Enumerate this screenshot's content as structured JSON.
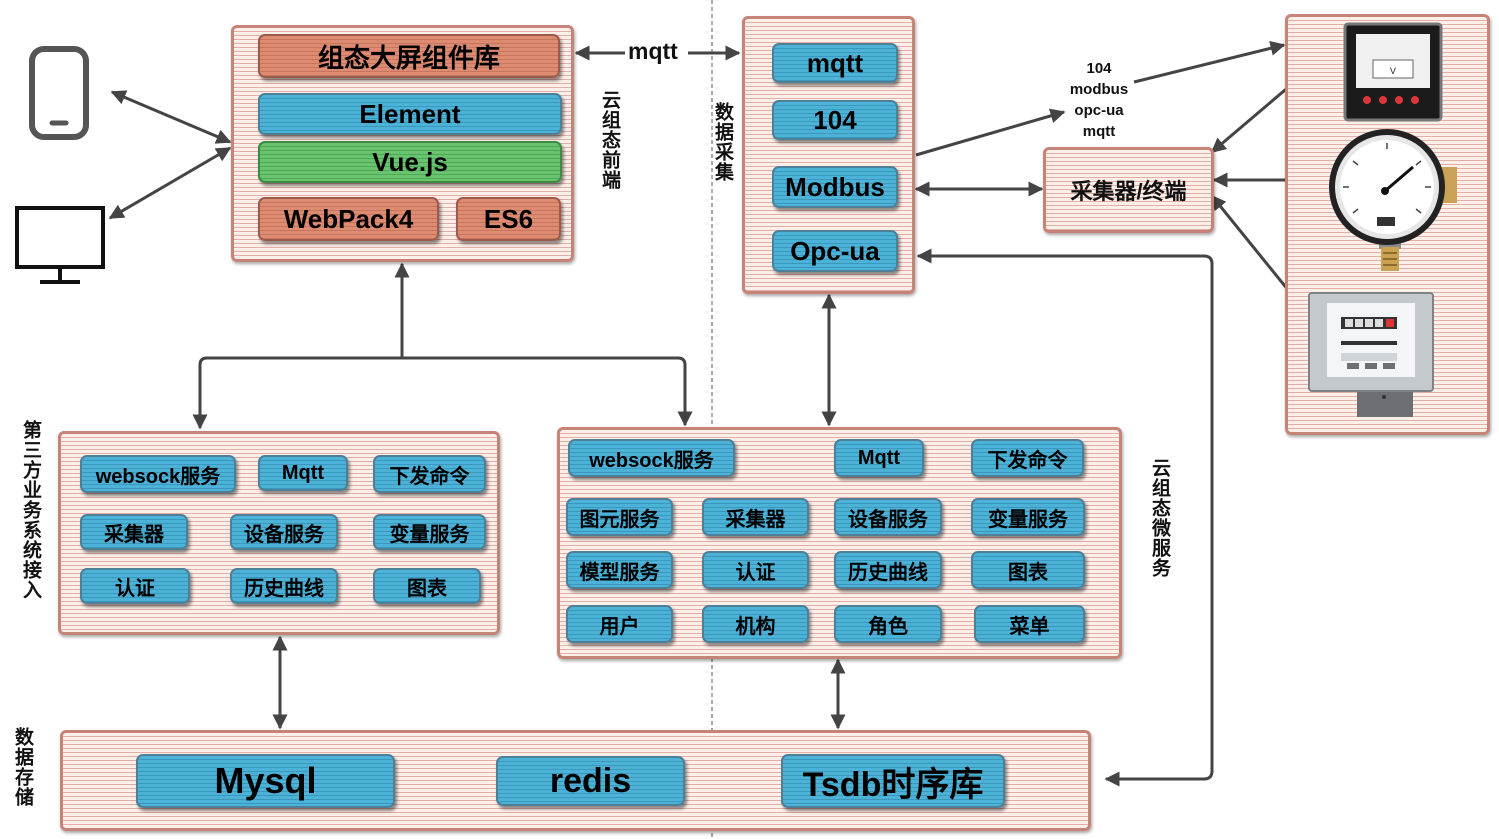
{
  "frontend": {
    "widget_lib": "组态大屏组件库",
    "element": "Element",
    "vue": "Vue.js",
    "webpack": "WebPack4",
    "es6": "ES6",
    "side_label": "云组态前端"
  },
  "collection": {
    "side_label": "数据采集",
    "mqtt": "mqtt",
    "iec104": "104",
    "modbus": "Modbus",
    "opcua": "Opc-ua"
  },
  "link": {
    "mqtt_label": "mqtt",
    "protocols": [
      "104",
      "modbus",
      "opc-ua",
      "mqtt"
    ]
  },
  "collector_terminal": "采集器/终端",
  "third_party": {
    "side_label": "第三方业务系统接入",
    "websock": "websock服务",
    "mqtt": "Mqtt",
    "command": "下发命令",
    "collector": "采集器",
    "device": "设备服务",
    "variable": "变量服务",
    "auth": "认证",
    "history": "历史曲线",
    "chart": "图表"
  },
  "micro": {
    "side_label": "云组态微服务",
    "websock": "websock服务",
    "mqtt": "Mqtt",
    "command": "下发命令",
    "element_svc": "图元服务",
    "collector": "采集器",
    "device": "设备服务",
    "variable": "变量服务",
    "model": "模型服务",
    "auth": "认证",
    "history": "历史曲线",
    "chart": "图表",
    "user": "用户",
    "org": "机构",
    "role": "角色",
    "menu": "菜单"
  },
  "storage": {
    "side_label": "数据存储",
    "mysql": "Mysql",
    "redis": "redis",
    "tsdb": "Tsdb时序库"
  },
  "meter": {
    "unit": "V"
  },
  "icons": [
    "phone-icon",
    "monitor-icon",
    "voltmeter-icon",
    "pressure-gauge-icon",
    "electric-meter-icon"
  ],
  "colors": {
    "panel_fill": "#fbefe9",
    "panel_border": "#c68378",
    "chip_blue": "#4cb2d8",
    "chip_green": "#69c36f",
    "chip_red": "#dd8c72"
  }
}
